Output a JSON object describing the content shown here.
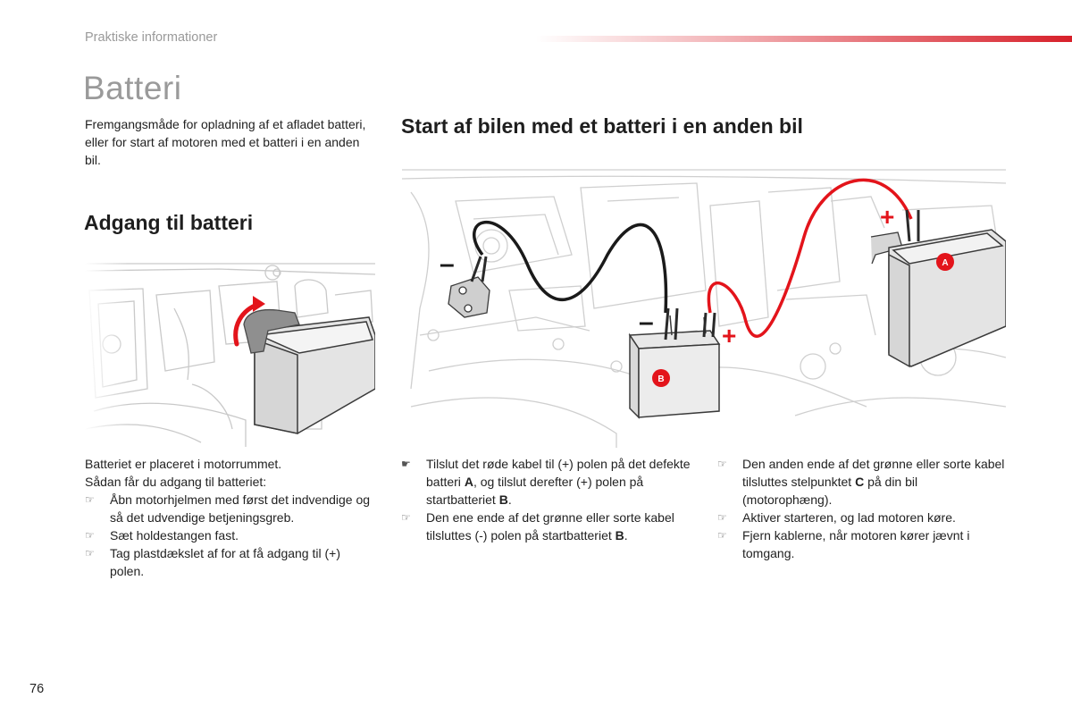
{
  "header": {
    "section_label": "Praktiske informationer",
    "page_title": "Batteri",
    "accent_color": "#d7202a"
  },
  "intro": {
    "text": "Fremgangsmåde for opladning af et afladet batteri, eller for start af motoren med et batteri i en anden bil."
  },
  "access": {
    "heading": "Adgang til batteri",
    "line1": "Batteriet er placeret i motorrummet.",
    "line2": "Sådan får du adgang til batteriet:",
    "bullet_icon": "pointing-hand-icon",
    "bullets": [
      "Åbn motorhjelmen med først det indvendige og så det udvendige betjeningsgreb.",
      "Sæt holdestangen fast.",
      "Tag plastdækslet af for at få adgang til (+) polen."
    ]
  },
  "jumpstart": {
    "heading": "Start af bilen med et batteri i en anden bil",
    "diagram": {
      "label_a": "A",
      "label_b": "B",
      "plus": "+",
      "minus": "–",
      "cable_red_color": "#e3141b",
      "cable_black_color": "#1a1a1a"
    },
    "col1": {
      "b1_pre": "Tilslut det røde kabel til (+) polen på det defekte batteri ",
      "b1_a": "A",
      "b1_mid": ", og tilslut derefter (+) polen på startbatteriet ",
      "b1_b": "B",
      "b1_end": ".",
      "b2_pre": "Den ene ende af det grønne eller sorte kabel tilsluttes (-) polen på startbatteriet ",
      "b2_b": "B",
      "b2_end": "."
    },
    "col2": {
      "b1_pre": "Den anden ende af det grønne eller sorte kabel tilsluttes stelpunktet ",
      "b1_c": "C",
      "b1_end": " på din bil (motorophæng).",
      "b2": "Aktiver starteren, og lad motoren køre.",
      "b3": "Fjern kablerne, når motoren kører jævnt i tomgang."
    }
  },
  "footer": {
    "page_number": "76"
  }
}
